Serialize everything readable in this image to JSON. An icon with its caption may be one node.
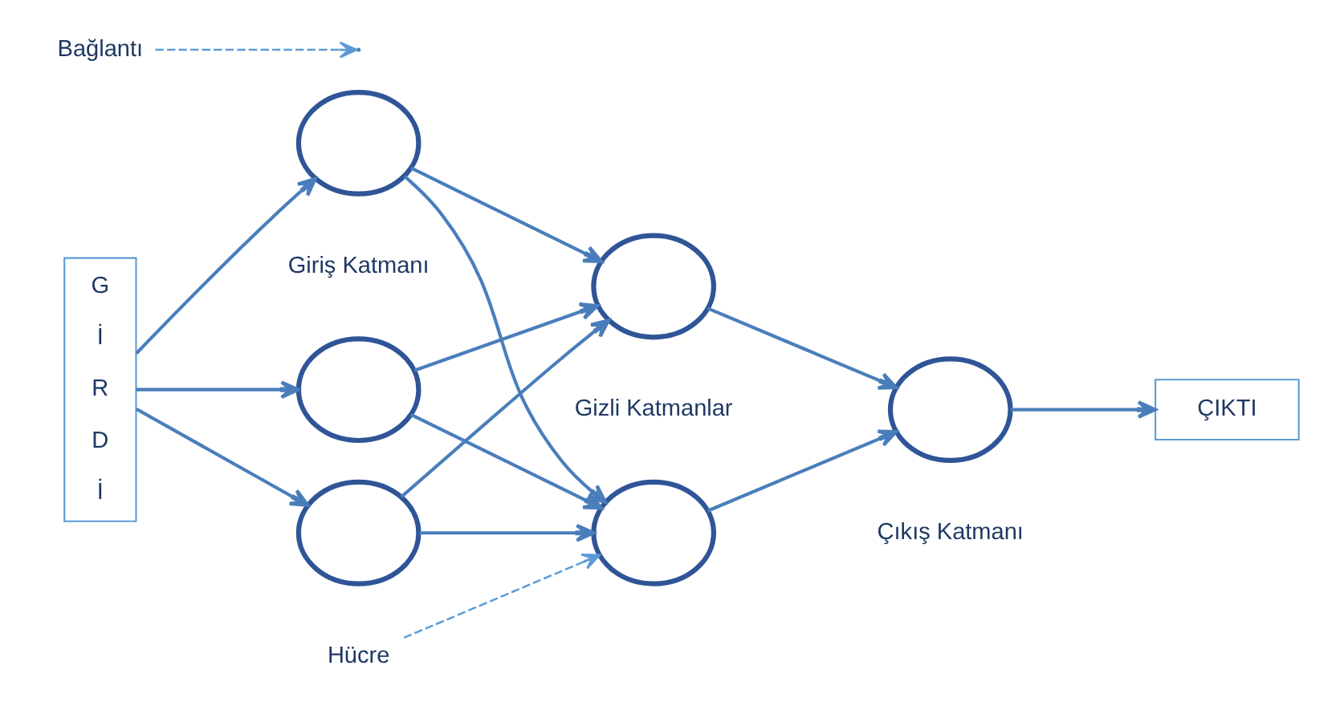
{
  "diagram": {
    "nodes": [
      {
        "text": [
          "G İ R D İ"
        ]
      },
      {
        "text": [],
        "shape": "circle"
      },
      {
        "text": [],
        "shape": "circle"
      },
      {
        "text": [],
        "shape": "circle"
      },
      {
        "text": [],
        "shape": "circle"
      },
      {
        "text": [],
        "shape": "circle"
      },
      {
        "text": [],
        "shape": "circle"
      },
      {
        "text": [
          "ÇIKTI"
        ]
      },
      {
        "text": [
          "Hücre"
        ]
      },
      {
        "text": [
          "Bağlantı"
        ]
      }
    ],
    "edges": [
      {
        "from": 0,
        "to": 1,
        "arrow": "to"
      },
      {
        "from": 0,
        "to": 2,
        "arrow": "to"
      },
      {
        "from": 0,
        "to": 3,
        "arrow": "to"
      },
      {
        "from": 1,
        "to": 4,
        "arrow": "to"
      },
      {
        "from": 1,
        "to": 5,
        "arrow": "to"
      },
      {
        "from": 2,
        "to": 4,
        "arrow": "to"
      },
      {
        "from": 2,
        "to": 5,
        "arrow": "to"
      },
      {
        "from": 3,
        "to": 4,
        "arrow": "to"
      },
      {
        "from": 3,
        "to": 5,
        "arrow": "to"
      },
      {
        "from": 4,
        "to": 6,
        "arrow": "to"
      },
      {
        "from": 5,
        "to": 6,
        "arrow": "to"
      },
      {
        "from": 6,
        "to": 7,
        "arrow": "to"
      },
      {
        "from": 8,
        "to": 4,
        "arrow": "to",
        "style": "dashed"
      },
      {
        "from": 9,
        "to": null,
        "arrow": "to",
        "style": "dashed"
      }
    ],
    "labels": [
      "Giriş Katmanı",
      "Gizli Katmanlar",
      "Çıkış Katmanı"
    ]
  }
}
